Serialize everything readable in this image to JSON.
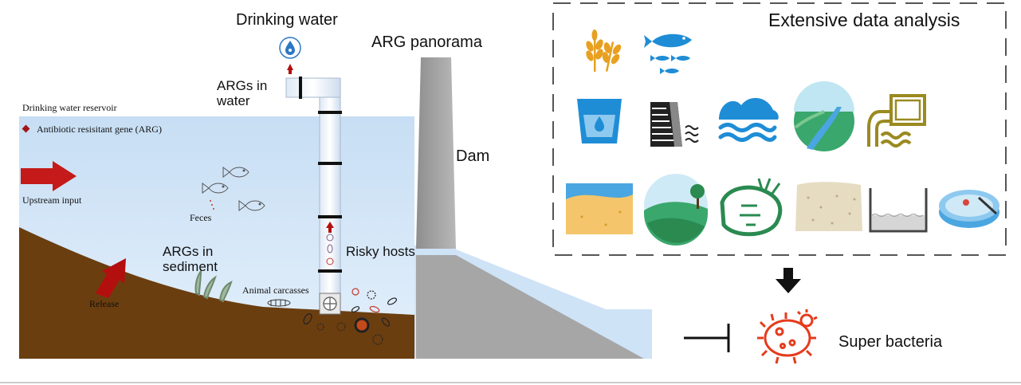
{
  "labels": {
    "drinking_water": "Drinking water",
    "args_in_water": "ARGs in\nwater",
    "arg_panorama": "ARG panorama",
    "reservoir": "Drinking water reservoir",
    "legend_arg": "Antibiotic resisitant gene (ARG)",
    "upstream_input": "Upstream input",
    "feces": "Feces",
    "dam": "Dam",
    "args_in_sediment": "ARGs in\nsediment",
    "risky_hosts": "Risky hosts",
    "release": "Release",
    "animal_carcasses": "Animal carcasses",
    "extensive_data_analysis": "Extensive data analysis",
    "super_bacteria": "Super bacteria"
  },
  "icons": {
    "row1": [
      "wheat-icon",
      "fish-icon"
    ],
    "row2": [
      "water-glass-icon",
      "dam-icon",
      "lake-icon",
      "river-icon",
      "sewage-pipe-icon"
    ],
    "row3": [
      "beach-sand-icon",
      "grassland-icon",
      "wetland-icon",
      "soil-icon",
      "sediment-tank-icon",
      "petri-dish-icon"
    ]
  },
  "colors": {
    "water": "#cfe4f7",
    "sediment": "#6b3e10",
    "dam": "#a0a0a0",
    "arrow_red": "#b30f0f",
    "icon_blue": "#1f8dd6",
    "icon_orange": "#e8a020",
    "bacteria_red": "#e53b1c"
  }
}
